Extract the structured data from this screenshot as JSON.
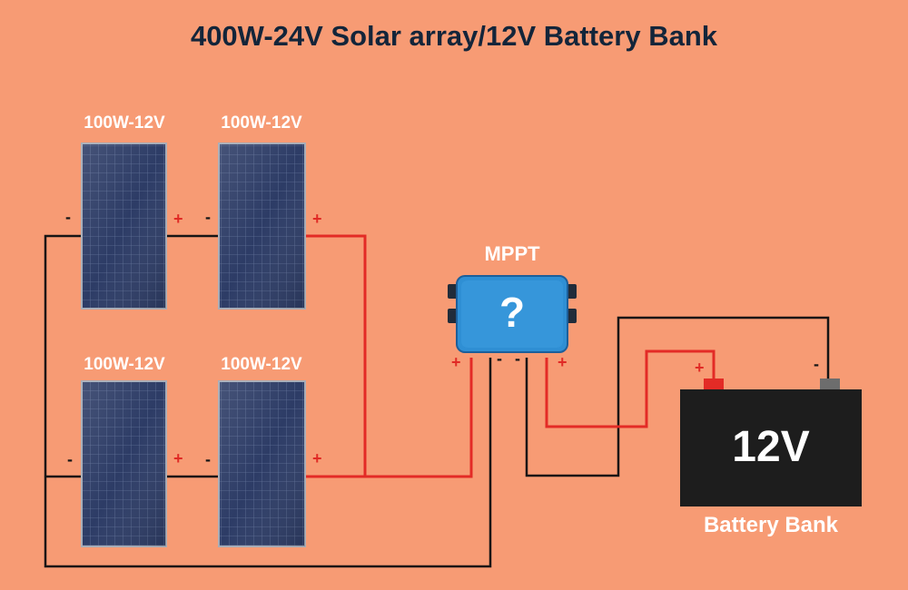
{
  "title": "400W-24V Solar array/12V Battery Bank",
  "panels": [
    {
      "label": "100W-12V",
      "neg": "-",
      "pos": "+"
    },
    {
      "label": "100W-12V",
      "neg": "-",
      "pos": "+"
    },
    {
      "label": "100W-12V",
      "neg": "-",
      "pos": "+"
    },
    {
      "label": "100W-12V",
      "neg": "-",
      "pos": "+"
    }
  ],
  "controller": {
    "label": "MPPT",
    "symbol": "?",
    "terminals": {
      "pv_pos": "+",
      "pv_neg": "-",
      "bat_neg": "-",
      "bat_pos": "+"
    }
  },
  "battery": {
    "voltage": "12V",
    "label": "Battery Bank",
    "pos": "+",
    "neg": "-"
  },
  "colors": {
    "background": "#f79b74",
    "title": "#13253a",
    "positive_wire": "#e32b26",
    "negative_wire": "#151515",
    "controller": "#2f8fd4",
    "battery": "#1d1d1d",
    "panel": "#2c3a63"
  }
}
